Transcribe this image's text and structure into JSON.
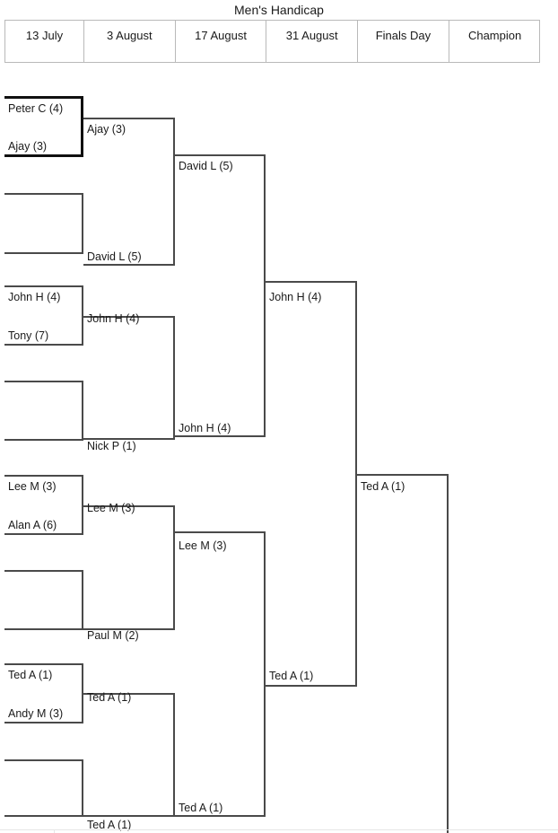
{
  "title": "Men's Handicap",
  "rounds": [
    {
      "label": "13 July"
    },
    {
      "label": "3 August"
    },
    {
      "label": "17 August"
    },
    {
      "label": "31 August"
    },
    {
      "label": "Finals Day"
    },
    {
      "label": "Champion"
    }
  ],
  "bracket": {
    "round1": [
      {
        "slots": [
          "Peter C (4)",
          "Ajay (3)"
        ]
      },
      {
        "slots": [
          "",
          ""
        ]
      },
      {
        "slots": [
          "John H (4)",
          "Tony (7)"
        ]
      },
      {
        "slots": [
          "",
          ""
        ]
      },
      {
        "slots": [
          "Lee M (3)",
          "Alan A (6)"
        ]
      },
      {
        "slots": [
          "",
          ""
        ]
      },
      {
        "slots": [
          "Ted A (1)",
          "Andy M (3)"
        ]
      },
      {
        "slots": [
          "",
          ""
        ]
      }
    ],
    "round2": [
      {
        "top": "Ajay (3)",
        "bottom": "David L (5)"
      },
      {
        "top": "John H (4)",
        "bottom": "Nick P (1)"
      },
      {
        "top": "Lee M (3)",
        "bottom": "Paul M (2)"
      },
      {
        "top": "Ted A (1)",
        "bottom": "Ted A (1)"
      }
    ],
    "round3": [
      {
        "top": "David L (5)",
        "bottom": "John H (4)"
      },
      {
        "top": "Lee M (3)",
        "bottom": "Ted A (1)"
      }
    ],
    "round4": [
      {
        "top": "John H (4)",
        "bottom": "Ted A (1)"
      }
    ],
    "finals": [
      {
        "top": "Ted A (1)"
      }
    ]
  }
}
